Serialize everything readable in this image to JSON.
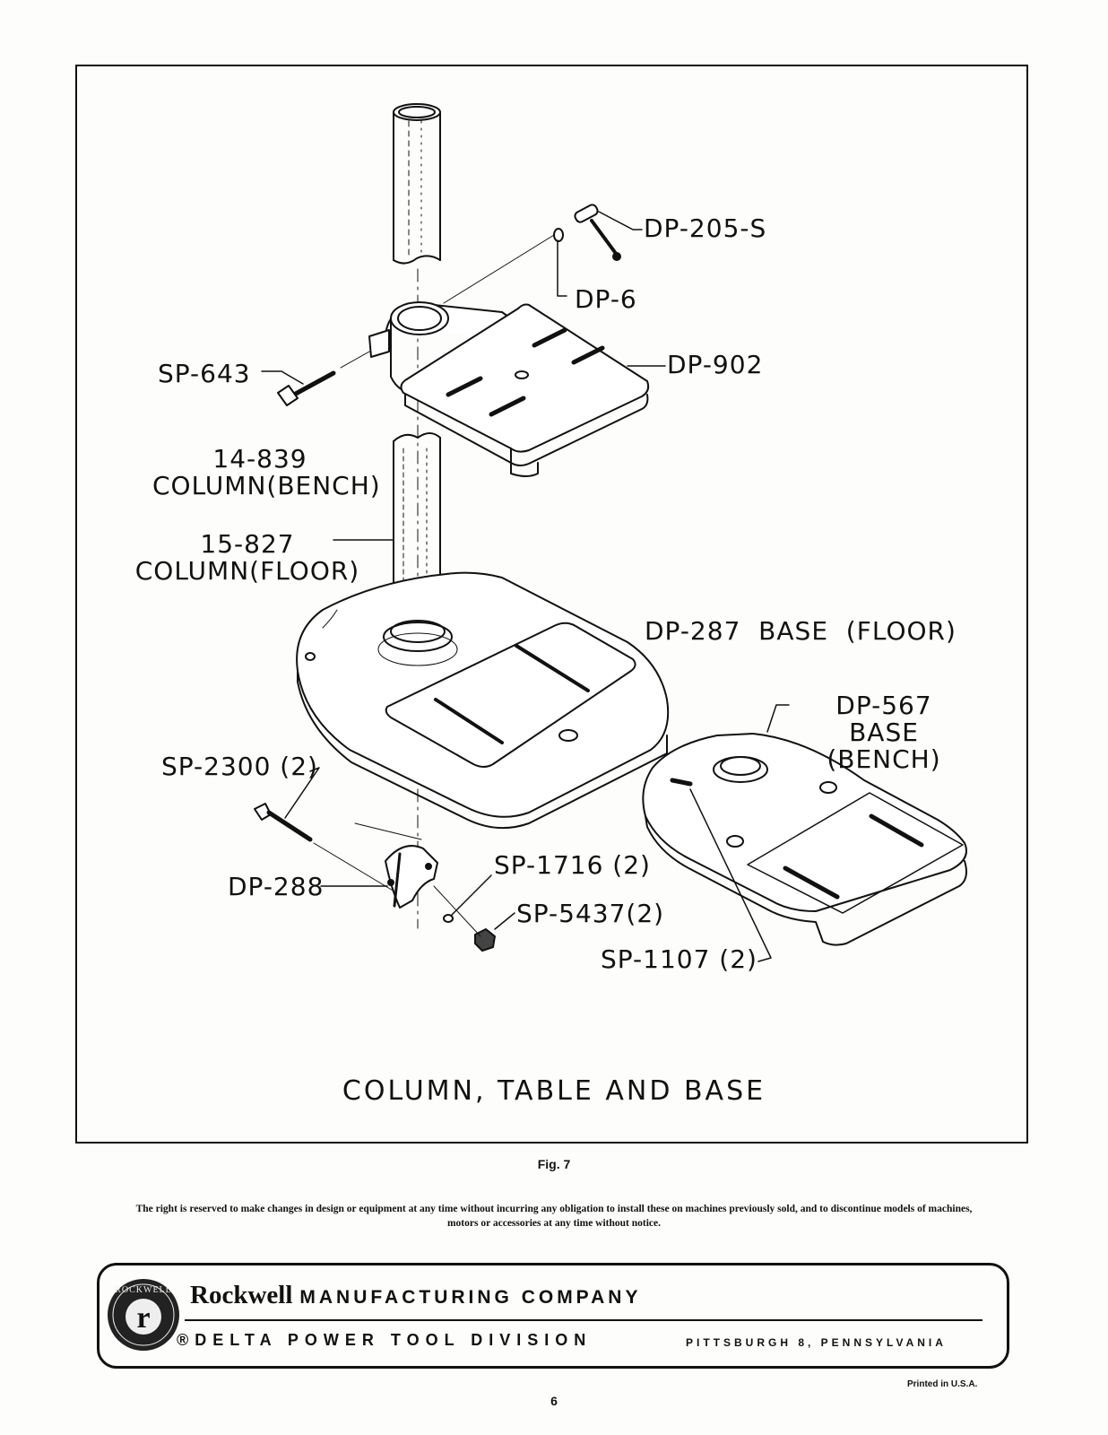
{
  "labels": {
    "dp_205_s": "DP-205-S",
    "dp_6": "DP-6",
    "sp_643": "SP-643",
    "dp_902": "DP-902",
    "col_bench": "14-839\nCOLUMN(BENCH)",
    "col_floor": "15-827\nCOLUMN(FLOOR)",
    "dp_287": "DP-287  BASE  (FLOOR)",
    "dp_567": "DP-567\nBASE\n(BENCH)",
    "sp_2300": "SP-2300 (2)",
    "dp_288": "DP-288",
    "sp_1716": "SP-1716 (2)",
    "sp_5437": "SP-5437(2)",
    "sp_1107": "SP-1107 (2)"
  },
  "figure": {
    "title": "COLUMN, TABLE AND BASE",
    "caption": "Fig. 7"
  },
  "notice": "The right is reserved to make changes in design or equipment at any time without incurring any obligation to install these on machines previously sold, and to discontinue models of machines, motors or accessories at any time without notice.",
  "banner": {
    "logo_text": "ROCKWELL",
    "logo_letter": "r",
    "company_name": "Rockwell",
    "company_rest": "MANUFACTURING COMPANY",
    "division": "®DELTA POWER TOOL DIVISION",
    "city": "PITTSBURGH 8, PENNSYLVANIA"
  },
  "printed": "Printed in U.S.A.",
  "page_number": "6"
}
